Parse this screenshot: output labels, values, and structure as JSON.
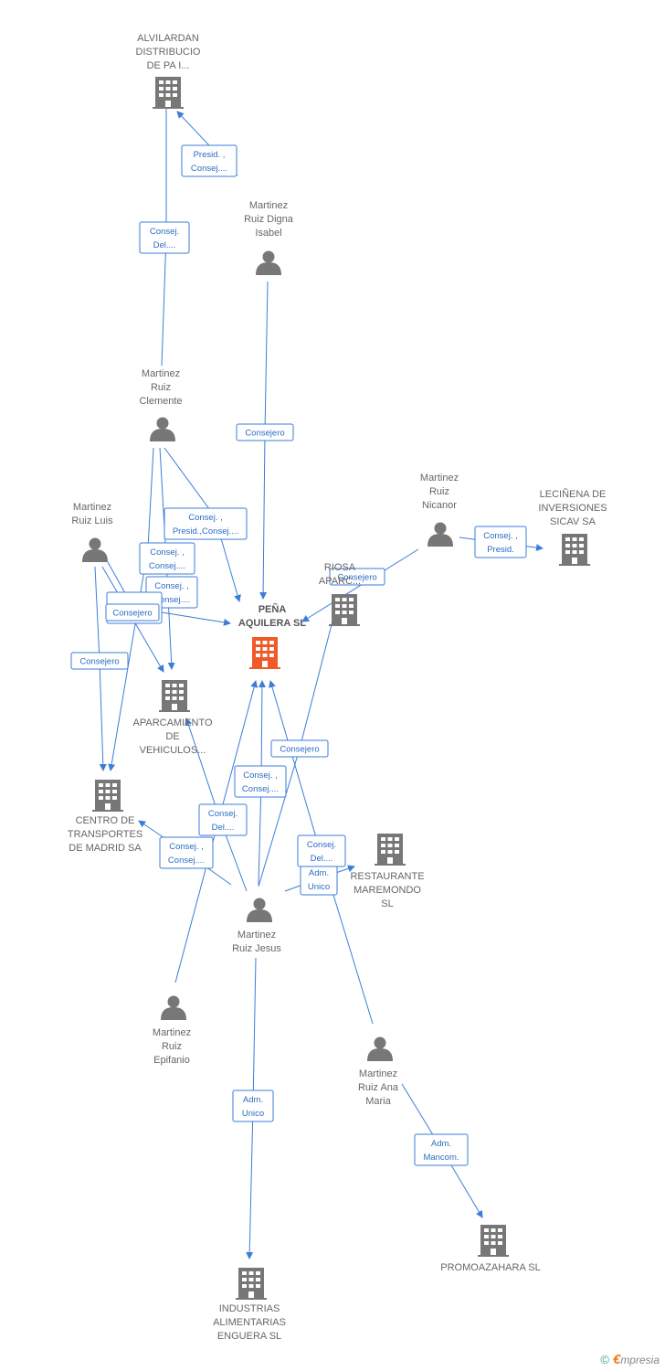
{
  "colors": {
    "edge": "#3b7dd8",
    "node": "#777777",
    "focus": "#f05a28",
    "badge_text": "#2a6cc4"
  },
  "nodes": [
    {
      "id": "alvilardan",
      "kind": "company",
      "label": [
        "ALVILARDAN",
        "DISTRIBUCIO",
        "DE PA I..."
      ]
    },
    {
      "id": "digna",
      "kind": "person",
      "label": [
        "Martinez",
        "Ruiz Digna",
        "Isabel"
      ]
    },
    {
      "id": "clemente",
      "kind": "person",
      "label": [
        "Martinez",
        "Ruiz",
        "Clemente"
      ]
    },
    {
      "id": "luis",
      "kind": "person",
      "label": [
        "Martinez",
        "Ruiz Luis"
      ]
    },
    {
      "id": "nicanor",
      "kind": "person",
      "label": [
        "Martinez",
        "Ruiz",
        "Nicanor"
      ]
    },
    {
      "id": "leciniena",
      "kind": "company",
      "label": [
        "LECIÑENA DE",
        "INVERSIONES",
        "SICAV SA"
      ]
    },
    {
      "id": "riosa",
      "kind": "company",
      "label": [
        "RIOSA",
        "APARC..."
      ]
    },
    {
      "id": "pena",
      "kind": "focus",
      "label": [
        "PEÑA",
        "AQUILERA SL"
      ]
    },
    {
      "id": "aparcamiento",
      "kind": "company",
      "label": [
        "APARCAMIENTO",
        "DE",
        "VEHICULOS..."
      ]
    },
    {
      "id": "centro",
      "kind": "company",
      "label": [
        "CENTRO DE",
        "TRANSPORTES",
        "DE MADRID SA"
      ]
    },
    {
      "id": "restaurante",
      "kind": "company",
      "label": [
        "RESTAURANTE",
        "MAREMONDO",
        "SL"
      ]
    },
    {
      "id": "jesus",
      "kind": "person",
      "label": [
        "Martinez",
        "Ruiz Jesus"
      ]
    },
    {
      "id": "epifanio",
      "kind": "person",
      "label": [
        "Martinez",
        "Ruiz",
        "Epifanio"
      ]
    },
    {
      "id": "anamaria",
      "kind": "person",
      "label": [
        "Martinez",
        "Ruiz Ana",
        "Maria"
      ]
    },
    {
      "id": "promoazahara",
      "kind": "company",
      "label": [
        "PROMOAZAHARA SL"
      ]
    },
    {
      "id": "industrias",
      "kind": "company",
      "label": [
        "INDUSTRIAS",
        "ALIMENTARIAS",
        "ENGUERA SL"
      ]
    }
  ],
  "edges": [
    {
      "id": "digna-alvilardan",
      "label": [
        "Presid. ,",
        "Consej...."
      ]
    },
    {
      "id": "clemente-alvilardan",
      "label": [
        "Consej.",
        "Del...."
      ]
    },
    {
      "id": "digna-pena",
      "label": [
        "Consejero"
      ]
    },
    {
      "id": "clemente-pena",
      "label": [
        "Consej. ,",
        "Presid.,Consej...."
      ]
    },
    {
      "id": "clemente-aparcamiento",
      "label": [
        "Consej. ,",
        "Consej...."
      ]
    },
    {
      "id": "clemente-centro",
      "label": [
        "Consej. ,",
        "Consej...."
      ]
    },
    {
      "id": "luis-pena",
      "label": [
        "Consej...."
      ]
    },
    {
      "id": "luis-aparcamiento",
      "label": [
        "Consejero"
      ]
    },
    {
      "id": "luis-centro",
      "label": [
        "Consejero"
      ]
    },
    {
      "id": "nicanor-leciniena",
      "label": [
        "Consej. ,",
        "Presid."
      ]
    },
    {
      "id": "nicanor-pena",
      "label": [
        "Consejero"
      ]
    },
    {
      "id": "jesus-riosa",
      "label": [
        "Consejero"
      ]
    },
    {
      "id": "jesus-pena",
      "label": [
        "Consej. ,",
        "Consej...."
      ]
    },
    {
      "id": "jesus-aparcamiento",
      "label": [
        "Consej.",
        "Del...."
      ]
    },
    {
      "id": "jesus-centro",
      "label": [
        "Consej. ,",
        "Consej...."
      ]
    },
    {
      "id": "jesus-restaurante",
      "label": [
        "Adm.",
        "Unico"
      ]
    },
    {
      "id": "jesus-industrias",
      "label": [
        "Adm.",
        "Unico"
      ]
    },
    {
      "id": "epifanio-pena",
      "label": []
    },
    {
      "id": "anamaria-pena",
      "label": [
        "Consej.",
        "Del...."
      ]
    },
    {
      "id": "anamaria-promoazahara",
      "label": [
        "Adm.",
        "Mancom."
      ]
    }
  ],
  "footer": {
    "copyright": "©",
    "brand_initial": "€",
    "brand_rest": "mpresia"
  }
}
